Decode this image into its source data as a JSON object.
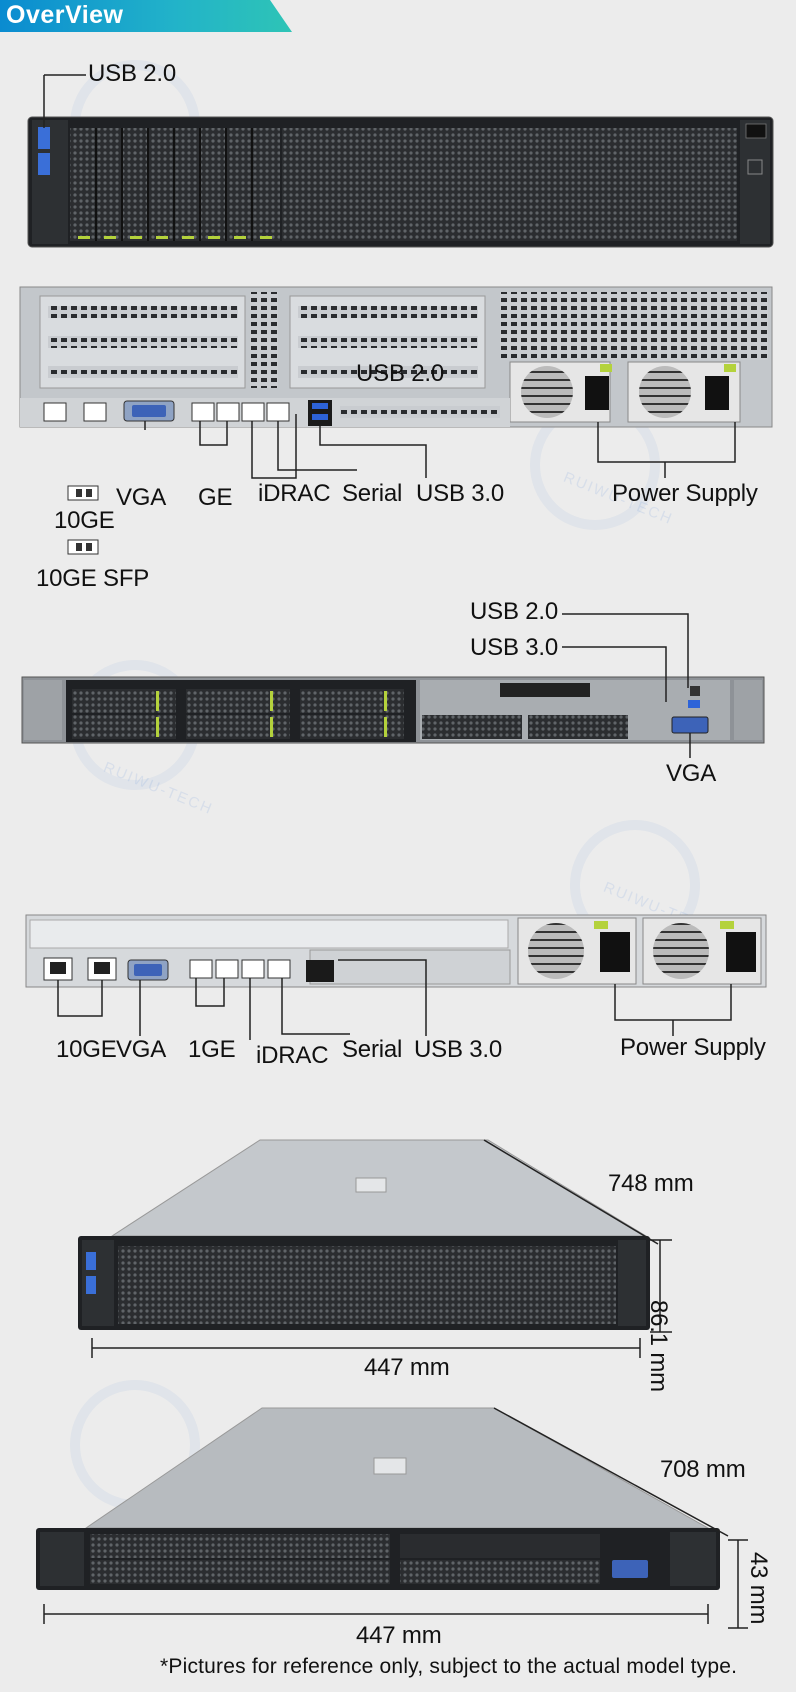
{
  "banner": {
    "title": "OverView"
  },
  "watermark": {
    "text": "RUIWU-TECH"
  },
  "panel1": {
    "usb_label": "USB 2.0"
  },
  "panel2": {
    "overlay_label": "USB 2.0",
    "vga": "VGA",
    "ge": "GE",
    "idrac": "iDRAC",
    "serial": "Serial",
    "usb3": "USB 3.0",
    "power": "Power Supply",
    "tenge": "10GE",
    "tenge_sfp": "10GE SFP"
  },
  "panel3": {
    "usb2": "USB 2.0",
    "usb3": "USB 3.0",
    "vga": "VGA"
  },
  "panel4": {
    "tenge": "10GE",
    "vga": "VGA",
    "onege": "1GE",
    "idrac": "iDRAC",
    "serial": "Serial",
    "usb3": "USB 3.0",
    "power": "Power Supply"
  },
  "panel5": {
    "depth": "748 mm",
    "height": "86.1 mm",
    "width": "447 mm"
  },
  "panel6": {
    "depth": "708 mm",
    "height": "43 mm",
    "width": "447 mm"
  },
  "footer": {
    "note": "*Pictures for reference only, subject to the actual model type."
  }
}
